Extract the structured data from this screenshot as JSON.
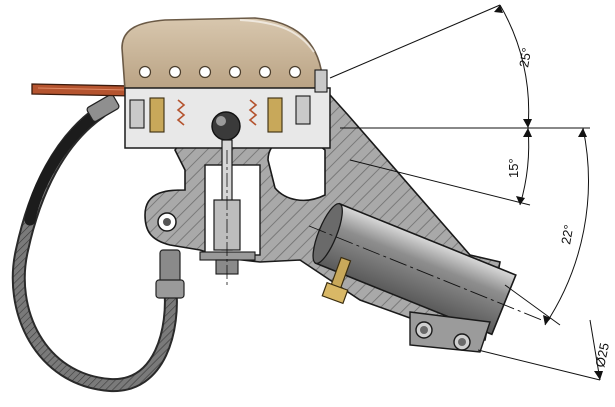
{
  "dimensions": {
    "angle_top": "25°",
    "angle_mid": "15°",
    "angle_low": "22°",
    "diameter": "Ø25"
  },
  "colors": {
    "housing": "#cbb79c",
    "housing_edge": "#6b5a46",
    "body_hatch": "#8c8c8c",
    "body_fill": "#a8a8a8",
    "lever": "#b5542f",
    "hose": "#4a4a4a",
    "line": "#111111"
  }
}
